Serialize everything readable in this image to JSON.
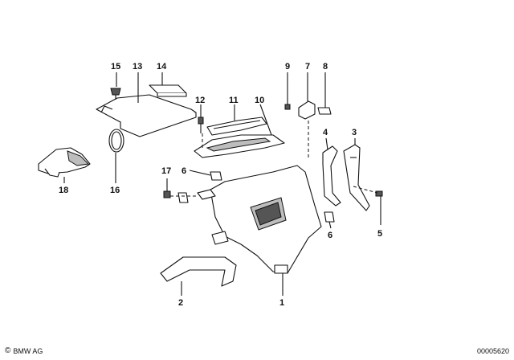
{
  "diagram": {
    "labels": {
      "p1": "1",
      "p2": "2",
      "p3": "3",
      "p4": "4",
      "p5": "5",
      "p6a": "6",
      "p6b": "6",
      "p7": "7",
      "p8": "8",
      "p9": "9",
      "p10": "10",
      "p11": "11",
      "p12": "12",
      "p13": "13",
      "p14": "14",
      "p15": "15",
      "p16": "16",
      "p17": "17",
      "p18": "18"
    }
  },
  "footer": {
    "copyright_symbol": "©",
    "copyright_text": "BMW AG",
    "doc_number": "00005620"
  }
}
